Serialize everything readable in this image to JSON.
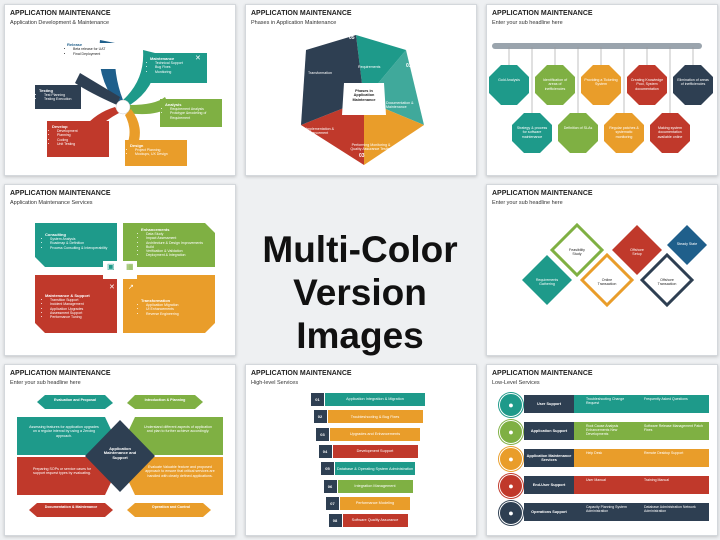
{
  "center": {
    "line1": "Multi-Color",
    "line2": "Version Images"
  },
  "thumbs": [
    {
      "title": "APPLICATION MAINTENANCE",
      "subtitle": "Application Development & Maintenance",
      "blocks": [
        {
          "head": "Release",
          "items": [
            "Beta release for UAT",
            "Final Deployment"
          ],
          "color": "#1f5f8b"
        },
        {
          "head": "Maintenance",
          "items": [
            "Technical Support",
            "Bug Fixes",
            "Monitoring"
          ],
          "color": "#1e9a8a"
        },
        {
          "head": "Testing",
          "items": [
            "Test Planning",
            "Testing Execution"
          ],
          "color": "#2e3f52"
        },
        {
          "head": "Analysis",
          "items": [
            "Requirement Analysis",
            "Prototype &modeling of Requirement"
          ],
          "color": "#7fb043"
        },
        {
          "head": "Develop",
          "items": [
            "Development",
            "Planning",
            "Coding",
            "Unit Testing"
          ],
          "color": "#c0392b"
        },
        {
          "head": "Design",
          "items": [
            "Project Planning",
            "Mockups, UX Design"
          ],
          "color": "#e99d2a"
        }
      ]
    },
    {
      "title": "APPLICATION MAINTENANCE",
      "subtitle": "Phases in Application Maintenance",
      "center_label": "Phases in Application Maintenance",
      "phases": [
        {
          "num": "01",
          "label": "Requirements",
          "color": "#1e9a8a"
        },
        {
          "num": "02",
          "label": "Documentation & Maintenance",
          "color": "#1e9a8a"
        },
        {
          "num": "03",
          "label": "Performing Monitoring & Quality Assurance Testing",
          "color": "#e99d2a"
        },
        {
          "num": "04",
          "label": "Implementation & Enhancement",
          "color": "#c0392b"
        },
        {
          "num": "05",
          "label": "Transformation",
          "color": "#2e3f52"
        }
      ]
    },
    {
      "title": "APPLICATION MAINTENANCE",
      "subtitle": "Enter your sub headline here",
      "tags": [
        {
          "label": "Gold Analysis",
          "color": "#1e9a8a"
        },
        {
          "label": "Identification of areas of inefficiencies",
          "color": "#7fb043"
        },
        {
          "label": "Providing a Ticketing System",
          "color": "#e99d2a"
        },
        {
          "label": "Creating Knowledge Pool, System documentation",
          "color": "#c0392b"
        },
        {
          "label": "Elimination of areas of inefficiencies",
          "color": "#2e3f52"
        },
        {
          "label": "Strategy & process for software maintenance",
          "color": "#1e9a8a"
        },
        {
          "label": "Definition of SLAs",
          "color": "#7fb043"
        },
        {
          "label": "Regular patches & systematic monitoring",
          "color": "#e99d2a"
        },
        {
          "label": "Making system documentation available online",
          "color": "#c0392b"
        }
      ]
    },
    {
      "title": "APPLICATION MAINTENANCE",
      "subtitle": "Application Maintenance Services",
      "quads": [
        {
          "head": "Consulting",
          "items": [
            "System Analysis",
            "Roadmap & Definition",
            "Process Consulting & Interoperability"
          ],
          "color": "#1e9a8a"
        },
        {
          "head": "Enhancements",
          "items": [
            "Data Study",
            "Impact Assessment",
            "Architecture & Design Improvements",
            "Build",
            "Verification & Validation",
            "Deployment & Integration"
          ],
          "color": "#7fb043"
        },
        {
          "head": "Maintenance & Support",
          "items": [
            "Transition Support",
            "Incident Management",
            "Application Upgrades",
            "Assessment Support",
            "Performance Tuning"
          ],
          "color": "#c0392b"
        },
        {
          "head": "Transformation",
          "items": [
            "Application Migration",
            "UI Enhancements",
            "Reverse Engineering"
          ],
          "color": "#e99d2a"
        }
      ]
    },
    {
      "title": "APPLICATION MAINTENANCE",
      "subtitle": "Enter your sub headline here",
      "diamonds": [
        {
          "label": "Requirements Gathering",
          "color": "#1e9a8a"
        },
        {
          "label": "Feasibility Study",
          "color": "#7fb043"
        },
        {
          "label": "Online Transaction",
          "color": "#e99d2a"
        },
        {
          "label": "Offshore Setup",
          "color": "#c0392b"
        },
        {
          "label": "Offshore Transaction",
          "color": "#2e3f52"
        },
        {
          "label": "Steady State",
          "color": "#1f5f8b"
        }
      ]
    },
    {
      "title": "APPLICATION MAINTENANCE",
      "subtitle": "Enter your sub headline here",
      "center_label": "Application Maintenance and Support",
      "banners": [
        {
          "head": "Evaluation and Proposal",
          "text": "Assessing features for application upgrades on a regular interval by using a Zeroing approach.",
          "color": "#1e9a8a"
        },
        {
          "head": "Introduction & Planning",
          "text": "Understand different aspects of application and plan to further achieve accordingly.",
          "color": "#7fb043"
        },
        {
          "head": "Documentation & Maintenance",
          "text": "Preparing SOPs or service cases for support request types by evaluating.",
          "color": "#c0392b"
        },
        {
          "head": "Operation and Control",
          "text": "Evaluate Valuable feature and proposed approach to ensure that critical services are handled with clearly defined applications.",
          "color": "#e99d2a"
        }
      ]
    },
    {
      "title": "APPLICATION MAINTENANCE",
      "subtitle": "High-level Services",
      "services": [
        {
          "num": "01",
          "label": "Application Integration & Migration",
          "color": "#1e9a8a"
        },
        {
          "num": "02",
          "label": "Troubleshooting & Bug Fixes",
          "color": "#e99d2a"
        },
        {
          "num": "03",
          "label": "Upgrades and Enhancements",
          "color": "#e99d2a"
        },
        {
          "num": "04",
          "label": "Development Support",
          "color": "#c0392b"
        },
        {
          "num": "05",
          "label": "Database & Operating System Administration",
          "color": "#1e9a8a"
        },
        {
          "num": "06",
          "label": "Integration Management",
          "color": "#7fb043"
        },
        {
          "num": "07",
          "label": "Performance Modeling",
          "color": "#e99d2a"
        },
        {
          "num": "08",
          "label": "Software Quality Assurance",
          "color": "#c0392b"
        }
      ]
    },
    {
      "title": "APPLICATION MAINTENANCE",
      "subtitle": "Low-Level Services",
      "rows": [
        {
          "label": "User Support",
          "a": "Troubleshooting Change Request",
          "b": "Frequently Asked Questions",
          "color": "#1e9a8a"
        },
        {
          "label": "Application Support",
          "a": "Root Cause Analysis Enhancements New Developments",
          "b": "Software Release Management Patch Fixes",
          "color": "#7fb043"
        },
        {
          "label": "Application Maintenance Services",
          "a": "Help Desk",
          "b": "Remote Desktop Support",
          "color": "#e99d2a"
        },
        {
          "label": "End-User Support",
          "a": "User Manual",
          "b": "Training Manual",
          "color": "#c0392b"
        },
        {
          "label": "Operations Support",
          "a": "Capacity Planning System Administration",
          "b": "Database Administration Network Administration",
          "color": "#2e3f52"
        }
      ]
    }
  ]
}
